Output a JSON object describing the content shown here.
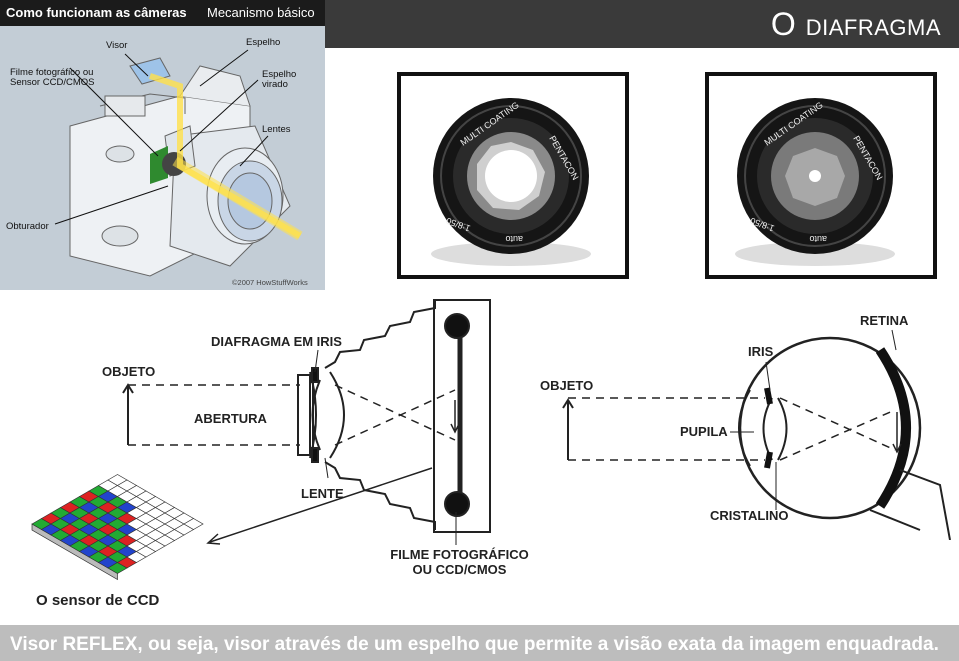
{
  "page": {
    "title": "O diafragma"
  },
  "camera_illustration": {
    "header_title": "Como funcionam as câmeras",
    "header_subtitle": "Mecanismo básico",
    "labels": {
      "visor": "Visor",
      "espelho": "Espelho",
      "filme": "Filme fotográfico ou\nSensor CCD/CMOS",
      "espelho_virado": "Espelho\nvirado",
      "lentes": "Lentes",
      "obturador": "Obturador"
    },
    "credit": "©2007 HowStuffWorks"
  },
  "lens_photos": {
    "lens_text_1": "MULTI COATING",
    "lens_text_2": "PENTACON",
    "lens_text_3": "1:8/50",
    "lens_text_4": "auto"
  },
  "camera_diagram": {
    "objeto": "OBJETO",
    "diafragma": "DIAFRAGMA EM IRIS",
    "abertura": "ABERTURA",
    "lente": "LENTE",
    "filme_line1": "FILME FOTOGRÁFICO",
    "filme_line2": "OU CCD/CMOS"
  },
  "eye_diagram": {
    "objeto": "OBJETO",
    "iris": "IRIS",
    "retina": "RETINA",
    "pupila": "PUPILA",
    "cristalino": "CRISTALINO"
  },
  "ccd": {
    "caption": "O sensor de CCD"
  },
  "footer": {
    "text": "Visor REFLEX, ou seja, visor através de um espelho que permite a visão exata da imagem enquadrada."
  },
  "colors": {
    "title_bar": "#3a3a3a",
    "footer_bar": "#bdbdbd",
    "ccd_green": "#22aa33",
    "ccd_red": "#dd2222",
    "ccd_blue": "#2244cc"
  }
}
